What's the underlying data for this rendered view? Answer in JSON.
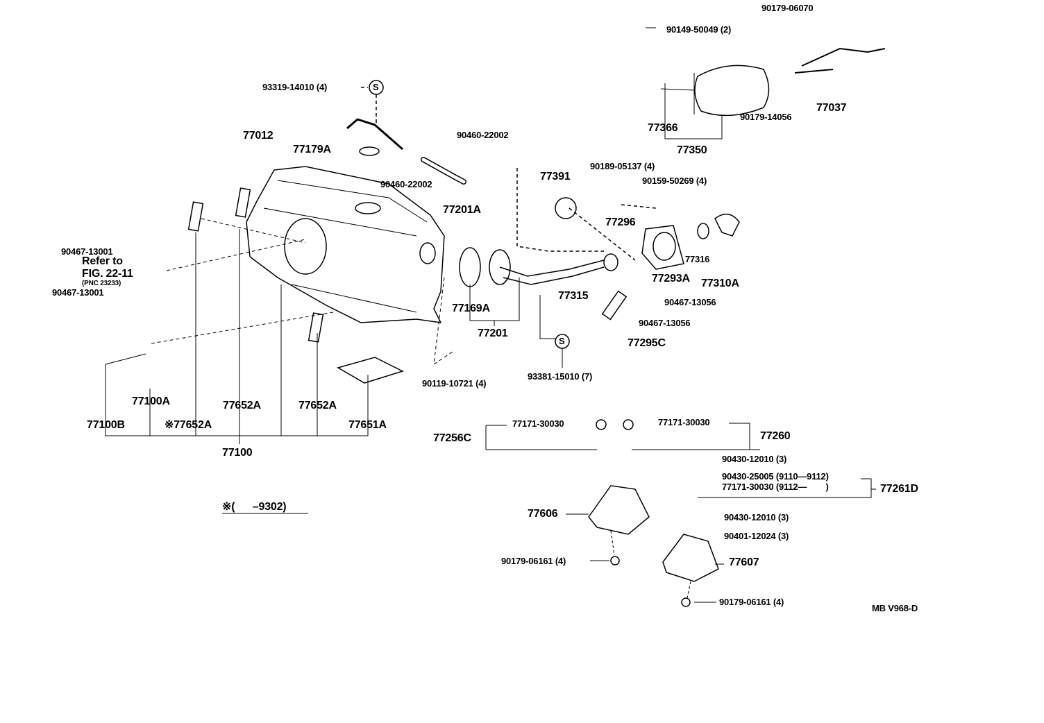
{
  "labels": [
    "90179-06070",
    "90149-50049 (2)",
    "93319-14010 (4)",
    "77012",
    "77179A",
    "90460-22002",
    "90460-22002",
    "77201A",
    "77366",
    "77350",
    "90179-14056",
    "77037",
    "90189-05137 (4)",
    "90159-50269 (4)",
    "77391",
    "77296",
    "77316",
    "77293A",
    "77310A",
    "90467-13056",
    "77315",
    "90467-13056",
    "77295C",
    "77169A",
    "77201",
    "93381-15010 (7)",
    "90119-10721 (4)",
    "90467-13001",
    "Refer to",
    "FIG. 22-11",
    "(PNC 23233)",
    "90467-13001",
    "77100A",
    "77652A",
    "77652A",
    "77651A",
    "77100B",
    "※77652A",
    "77100",
    "※(      –9302)",
    "77171-30030",
    "77171-30030",
    "77256C",
    "77260",
    "90430-12010 (3)",
    "90430-25005 (9110—9112)",
    "77171-30030 (9112—        )",
    "77261D",
    "77606",
    "90430-12010 (3)",
    "90401-12024 (3)",
    "77607",
    "90179-06161 (4)",
    "90179-06161 (4)",
    "MB V968-D"
  ],
  "symbols": {
    "s1": "S",
    "s2": "S"
  }
}
